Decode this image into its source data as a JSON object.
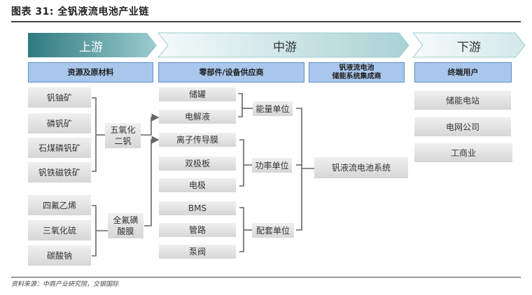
{
  "title": "图表 31: 全钒液流电池产业链",
  "source": "资料来源：中商产业研究院，交银国际",
  "stages": [
    {
      "label": "上游"
    },
    {
      "label": "中游"
    },
    {
      "label": "下游"
    }
  ],
  "categories": [
    {
      "label": "资源及原材料"
    },
    {
      "label": "零部件/设备供应商"
    },
    {
      "label": "钒液流电池\n储能系统集成商"
    },
    {
      "label": "终端用户"
    }
  ],
  "upstream": {
    "vanadium_ores": [
      "钒铀矿",
      "磷钒矿",
      "石煤磷钒矿",
      "钒铁磁铁矿"
    ],
    "vanadium_product": "五氧化\n二钒",
    "membrane_materials": [
      "四氟乙烯",
      "三氧化硫",
      "碳酸钠"
    ],
    "membrane_product": "全氟磺\n酸膜"
  },
  "midstream": {
    "energy_parts": [
      "储罐",
      "电解液"
    ],
    "energy_unit": "能量单位",
    "power_parts": [
      "离子传导膜",
      "双极板",
      "电极"
    ],
    "power_unit": "功率单位",
    "support_parts": [
      "BMS",
      "管路",
      "泵阀"
    ],
    "support_unit": "配套单位",
    "system": "钒液流电池系统"
  },
  "downstream": {
    "users": [
      "储能电站",
      "电网公司",
      "工商业"
    ]
  },
  "colors": {
    "upstream_dark": "#2f7a80",
    "upstream_light": "#9ccccf",
    "midstream": "#bfe0e2",
    "downstream": "#e3f1f2",
    "category_fill": "#a9c7ec",
    "category_border": "#5d8fc9",
    "connector": "#666666"
  }
}
